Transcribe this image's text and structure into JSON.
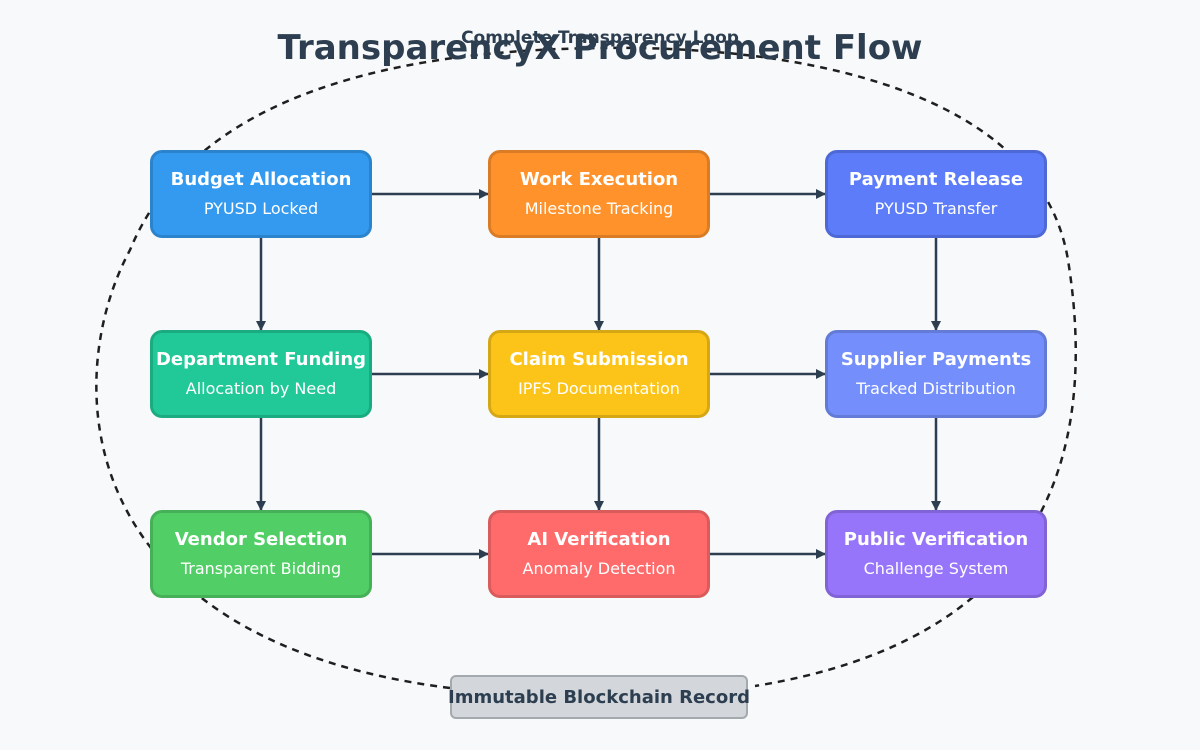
{
  "title": "TransparencyX Procurement Flow",
  "loop_label": "Complete Transparency Loop",
  "record_label": "Immutable Blockchain Record",
  "colors": {
    "budget": "#339af0",
    "department": "#20c997",
    "vendor": "#51cf66",
    "work": "#ff922b",
    "claim": "#fcc419",
    "ai": "#ff6b6b",
    "payment": "#5c7cfa",
    "supplier": "#748ffc",
    "public": "#9775fa",
    "arrow": "#2c3e50"
  },
  "nodes": {
    "budget": {
      "title": "Budget Allocation",
      "subtitle": "PYUSD Locked"
    },
    "department": {
      "title": "Department Funding",
      "subtitle": "Allocation by Need"
    },
    "vendor": {
      "title": "Vendor Selection",
      "subtitle": "Transparent Bidding"
    },
    "work": {
      "title": "Work Execution",
      "subtitle": "Milestone Tracking"
    },
    "claim": {
      "title": "Claim Submission",
      "subtitle": "IPFS Documentation"
    },
    "ai": {
      "title": "AI Verification",
      "subtitle": "Anomaly Detection"
    },
    "payment": {
      "title": "Payment Release",
      "subtitle": "PYUSD Transfer"
    },
    "supplier": {
      "title": "Supplier Payments",
      "subtitle": "Tracked Distribution"
    },
    "public": {
      "title": "Public Verification",
      "subtitle": "Challenge System"
    }
  },
  "edges": [
    [
      "budget",
      "work"
    ],
    [
      "work",
      "payment"
    ],
    [
      "department",
      "claim"
    ],
    [
      "claim",
      "supplier"
    ],
    [
      "vendor",
      "ai"
    ],
    [
      "ai",
      "public"
    ],
    [
      "budget",
      "department"
    ],
    [
      "department",
      "vendor"
    ],
    [
      "work",
      "claim"
    ],
    [
      "claim",
      "ai"
    ],
    [
      "payment",
      "supplier"
    ],
    [
      "supplier",
      "public"
    ]
  ]
}
